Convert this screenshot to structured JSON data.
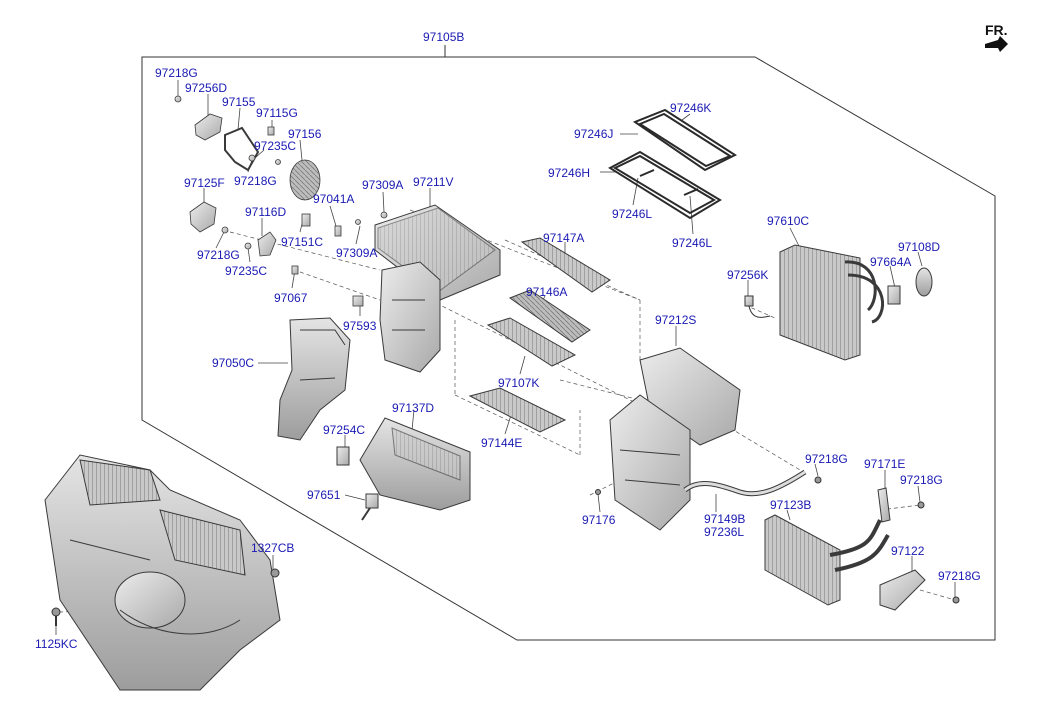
{
  "direction_marker": {
    "label": "FR.",
    "icon": "front-arrow-icon"
  },
  "colors": {
    "label": "#1a1ab4",
    "line": "#222222",
    "part_fill": "#d6d6d6",
    "part_stroke": "#3a3a3a"
  },
  "labels": [
    {
      "id": "97105B",
      "text": "97105B"
    },
    {
      "id": "97218G_a",
      "text": "97218G"
    },
    {
      "id": "97256D",
      "text": "97256D"
    },
    {
      "id": "97155",
      "text": "97155"
    },
    {
      "id": "97115G",
      "text": "97115G"
    },
    {
      "id": "97156",
      "text": "97156"
    },
    {
      "id": "97235C_a",
      "text": "97235C"
    },
    {
      "id": "97218G_b",
      "text": "97218G"
    },
    {
      "id": "97125F",
      "text": "97125F"
    },
    {
      "id": "97116D",
      "text": "97116D"
    },
    {
      "id": "97041A",
      "text": "97041A"
    },
    {
      "id": "97309A_a",
      "text": "97309A"
    },
    {
      "id": "97211V",
      "text": "97211V"
    },
    {
      "id": "97151C",
      "text": "97151C"
    },
    {
      "id": "97309A_b",
      "text": "97309A"
    },
    {
      "id": "97218G_c",
      "text": "97218G"
    },
    {
      "id": "97235C_b",
      "text": "97235C"
    },
    {
      "id": "97067",
      "text": "97067"
    },
    {
      "id": "97593",
      "text": "97593"
    },
    {
      "id": "97050C",
      "text": "97050C"
    },
    {
      "id": "97246K",
      "text": "97246K"
    },
    {
      "id": "97246J",
      "text": "97246J"
    },
    {
      "id": "97246H",
      "text": "97246H"
    },
    {
      "id": "97246L_a",
      "text": "97246L"
    },
    {
      "id": "97246L_b",
      "text": "97246L"
    },
    {
      "id": "97147A",
      "text": "97147A"
    },
    {
      "id": "97146A",
      "text": "97146A"
    },
    {
      "id": "97107K",
      "text": "97107K"
    },
    {
      "id": "97144E",
      "text": "97144E"
    },
    {
      "id": "97137D",
      "text": "97137D"
    },
    {
      "id": "97254C",
      "text": "97254C"
    },
    {
      "id": "97651",
      "text": "97651"
    },
    {
      "id": "97610C",
      "text": "97610C"
    },
    {
      "id": "97108D",
      "text": "97108D"
    },
    {
      "id": "97664A",
      "text": "97664A"
    },
    {
      "id": "97256K",
      "text": "97256K"
    },
    {
      "id": "97212S",
      "text": "97212S"
    },
    {
      "id": "97218G_d",
      "text": "97218G"
    },
    {
      "id": "97171E",
      "text": "97171E"
    },
    {
      "id": "97218G_e",
      "text": "97218G"
    },
    {
      "id": "97176",
      "text": "97176"
    },
    {
      "id": "97149B",
      "text": "97149B"
    },
    {
      "id": "97236L",
      "text": "97236L"
    },
    {
      "id": "97123B",
      "text": "97123B"
    },
    {
      "id": "97122",
      "text": "97122"
    },
    {
      "id": "97218G_f",
      "text": "97218G"
    },
    {
      "id": "1327CB",
      "text": "1327CB"
    },
    {
      "id": "1125KC",
      "text": "1125KC"
    }
  ]
}
